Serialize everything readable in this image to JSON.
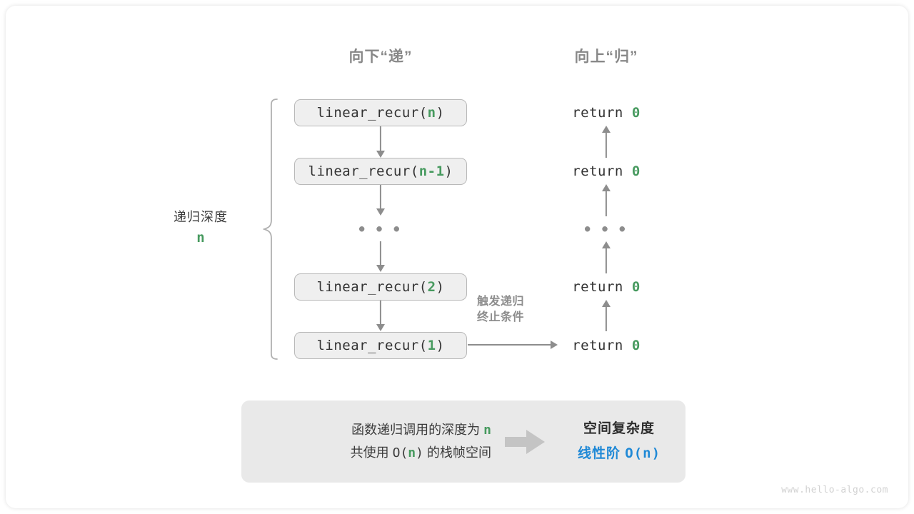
{
  "headers": {
    "down": "向下“递”",
    "up": "向上“归”"
  },
  "depth": {
    "title": "递归深度",
    "value": "n"
  },
  "calls": [
    {
      "prefix": "linear_recur(",
      "arg": "n",
      "suffix": ")"
    },
    {
      "prefix": "linear_recur(",
      "arg": "n-1",
      "suffix": ")"
    },
    {
      "prefix": "linear_recur(",
      "arg": "2",
      "suffix": ")"
    },
    {
      "prefix": "linear_recur(",
      "arg": "1",
      "suffix": ")"
    }
  ],
  "returns": [
    {
      "keyword": "return ",
      "value": "0"
    },
    {
      "keyword": "return ",
      "value": "0"
    },
    {
      "keyword": "return ",
      "value": "0"
    },
    {
      "keyword": "return ",
      "value": "0"
    }
  ],
  "ellipsis": "• • •",
  "trigger_note": {
    "line1": "触发递归",
    "line2": "终止条件"
  },
  "summary": {
    "left_line1_pre": "函数递归调用的深度为 ",
    "left_line1_var": "n",
    "left_line2_pre": "共使用 ",
    "left_line2_mono_open": "O(",
    "left_line2_var": "n",
    "left_line2_mono_close": ")",
    "left_line2_post": " 的栈帧空间",
    "arrow_icon": "block-arrow-right-icon",
    "right_title": "空间复杂度",
    "right_value_text": "线性阶 ",
    "right_value_mono": "O(n)"
  },
  "watermark": "www.hello-algo.com",
  "colors": {
    "green": "#479a5f",
    "blue": "#2089d6",
    "gray_line": "#8d8d8d",
    "box_fill": "#efefef",
    "box_border": "#b9b9b9",
    "panel_fill": "#e9e9e9"
  }
}
